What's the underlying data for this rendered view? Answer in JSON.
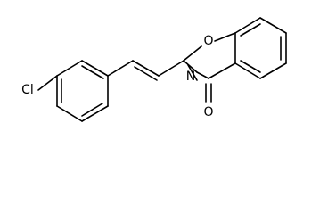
{
  "molecule": {
    "atoms": {
      "chlorine": "Cl",
      "ring_oxygen": "O",
      "ring_nitrogen": "N",
      "carbonyl_oxygen": "O"
    },
    "colors": {
      "bond": "#000000",
      "label": "#000000",
      "background": "#ffffff"
    }
  }
}
